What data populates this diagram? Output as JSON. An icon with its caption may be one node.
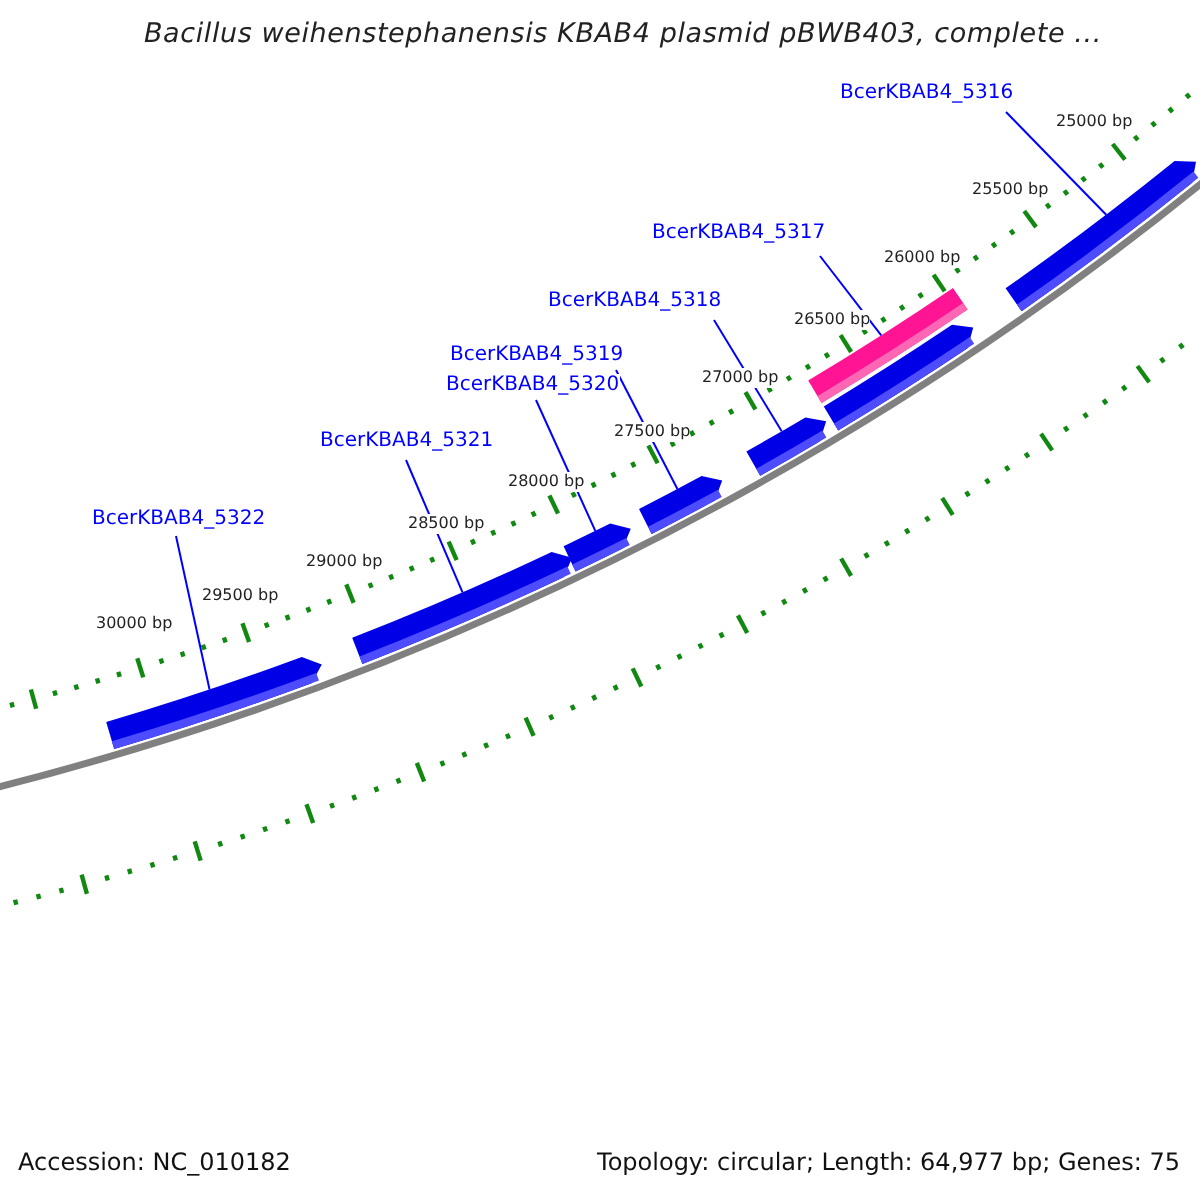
{
  "diagram": {
    "title": "Bacillus weihenstephanensis KBAB4 plasmid pBWB403, complete ...",
    "nodes": [
      {
        "text": [
          "BcerKBAB4_5316"
        ]
      },
      {
        "text": [
          "BcerKBAB4_5317"
        ]
      },
      {
        "text": [
          "BcerKBAB4_5318"
        ]
      },
      {
        "text": [
          "BcerKBAB4_5319"
        ]
      },
      {
        "text": [
          "BcerKBAB4_5320"
        ]
      },
      {
        "text": [
          "BcerKBAB4_5321"
        ]
      },
      {
        "text": [
          "BcerKBAB4_5322"
        ]
      },
      {
        "text": [],
        "shape": "bar"
      },
      {
        "text": [],
        "shape": "bar"
      },
      {
        "text": [],
        "shape": "bar"
      },
      {
        "text": [],
        "shape": "bar"
      },
      {
        "text": [],
        "shape": "bar"
      },
      {
        "text": [],
        "shape": "bar"
      },
      {
        "text": [],
        "shape": "bar"
      },
      {
        "text": [],
        "shape": "bar"
      }
    ],
    "edges": [
      {
        "from": 0,
        "to": 14,
        "arrow": "none"
      },
      {
        "from": 1,
        "to": 12,
        "arrow": "none"
      },
      {
        "from": 2,
        "to": 11,
        "arrow": "none"
      },
      {
        "from": 3,
        "to": 10,
        "arrow": "none"
      },
      {
        "from": 4,
        "to": 9,
        "arrow": "none"
      },
      {
        "from": 5,
        "to": 8,
        "arrow": "none"
      },
      {
        "from": 6,
        "to": 7,
        "arrow": "none"
      }
    ],
    "labels": [
      "25000 bp",
      "25500 bp",
      "26000 bp",
      "26500 bp",
      "27000 bp",
      "27500 bp",
      "28000 bp",
      "28500 bp",
      "29000 bp",
      "29500 bp",
      "30000 bp",
      "Accession: NC_010182",
      "Topology: circular; Length: 64,977 bp; Genes: 75"
    ]
  }
}
